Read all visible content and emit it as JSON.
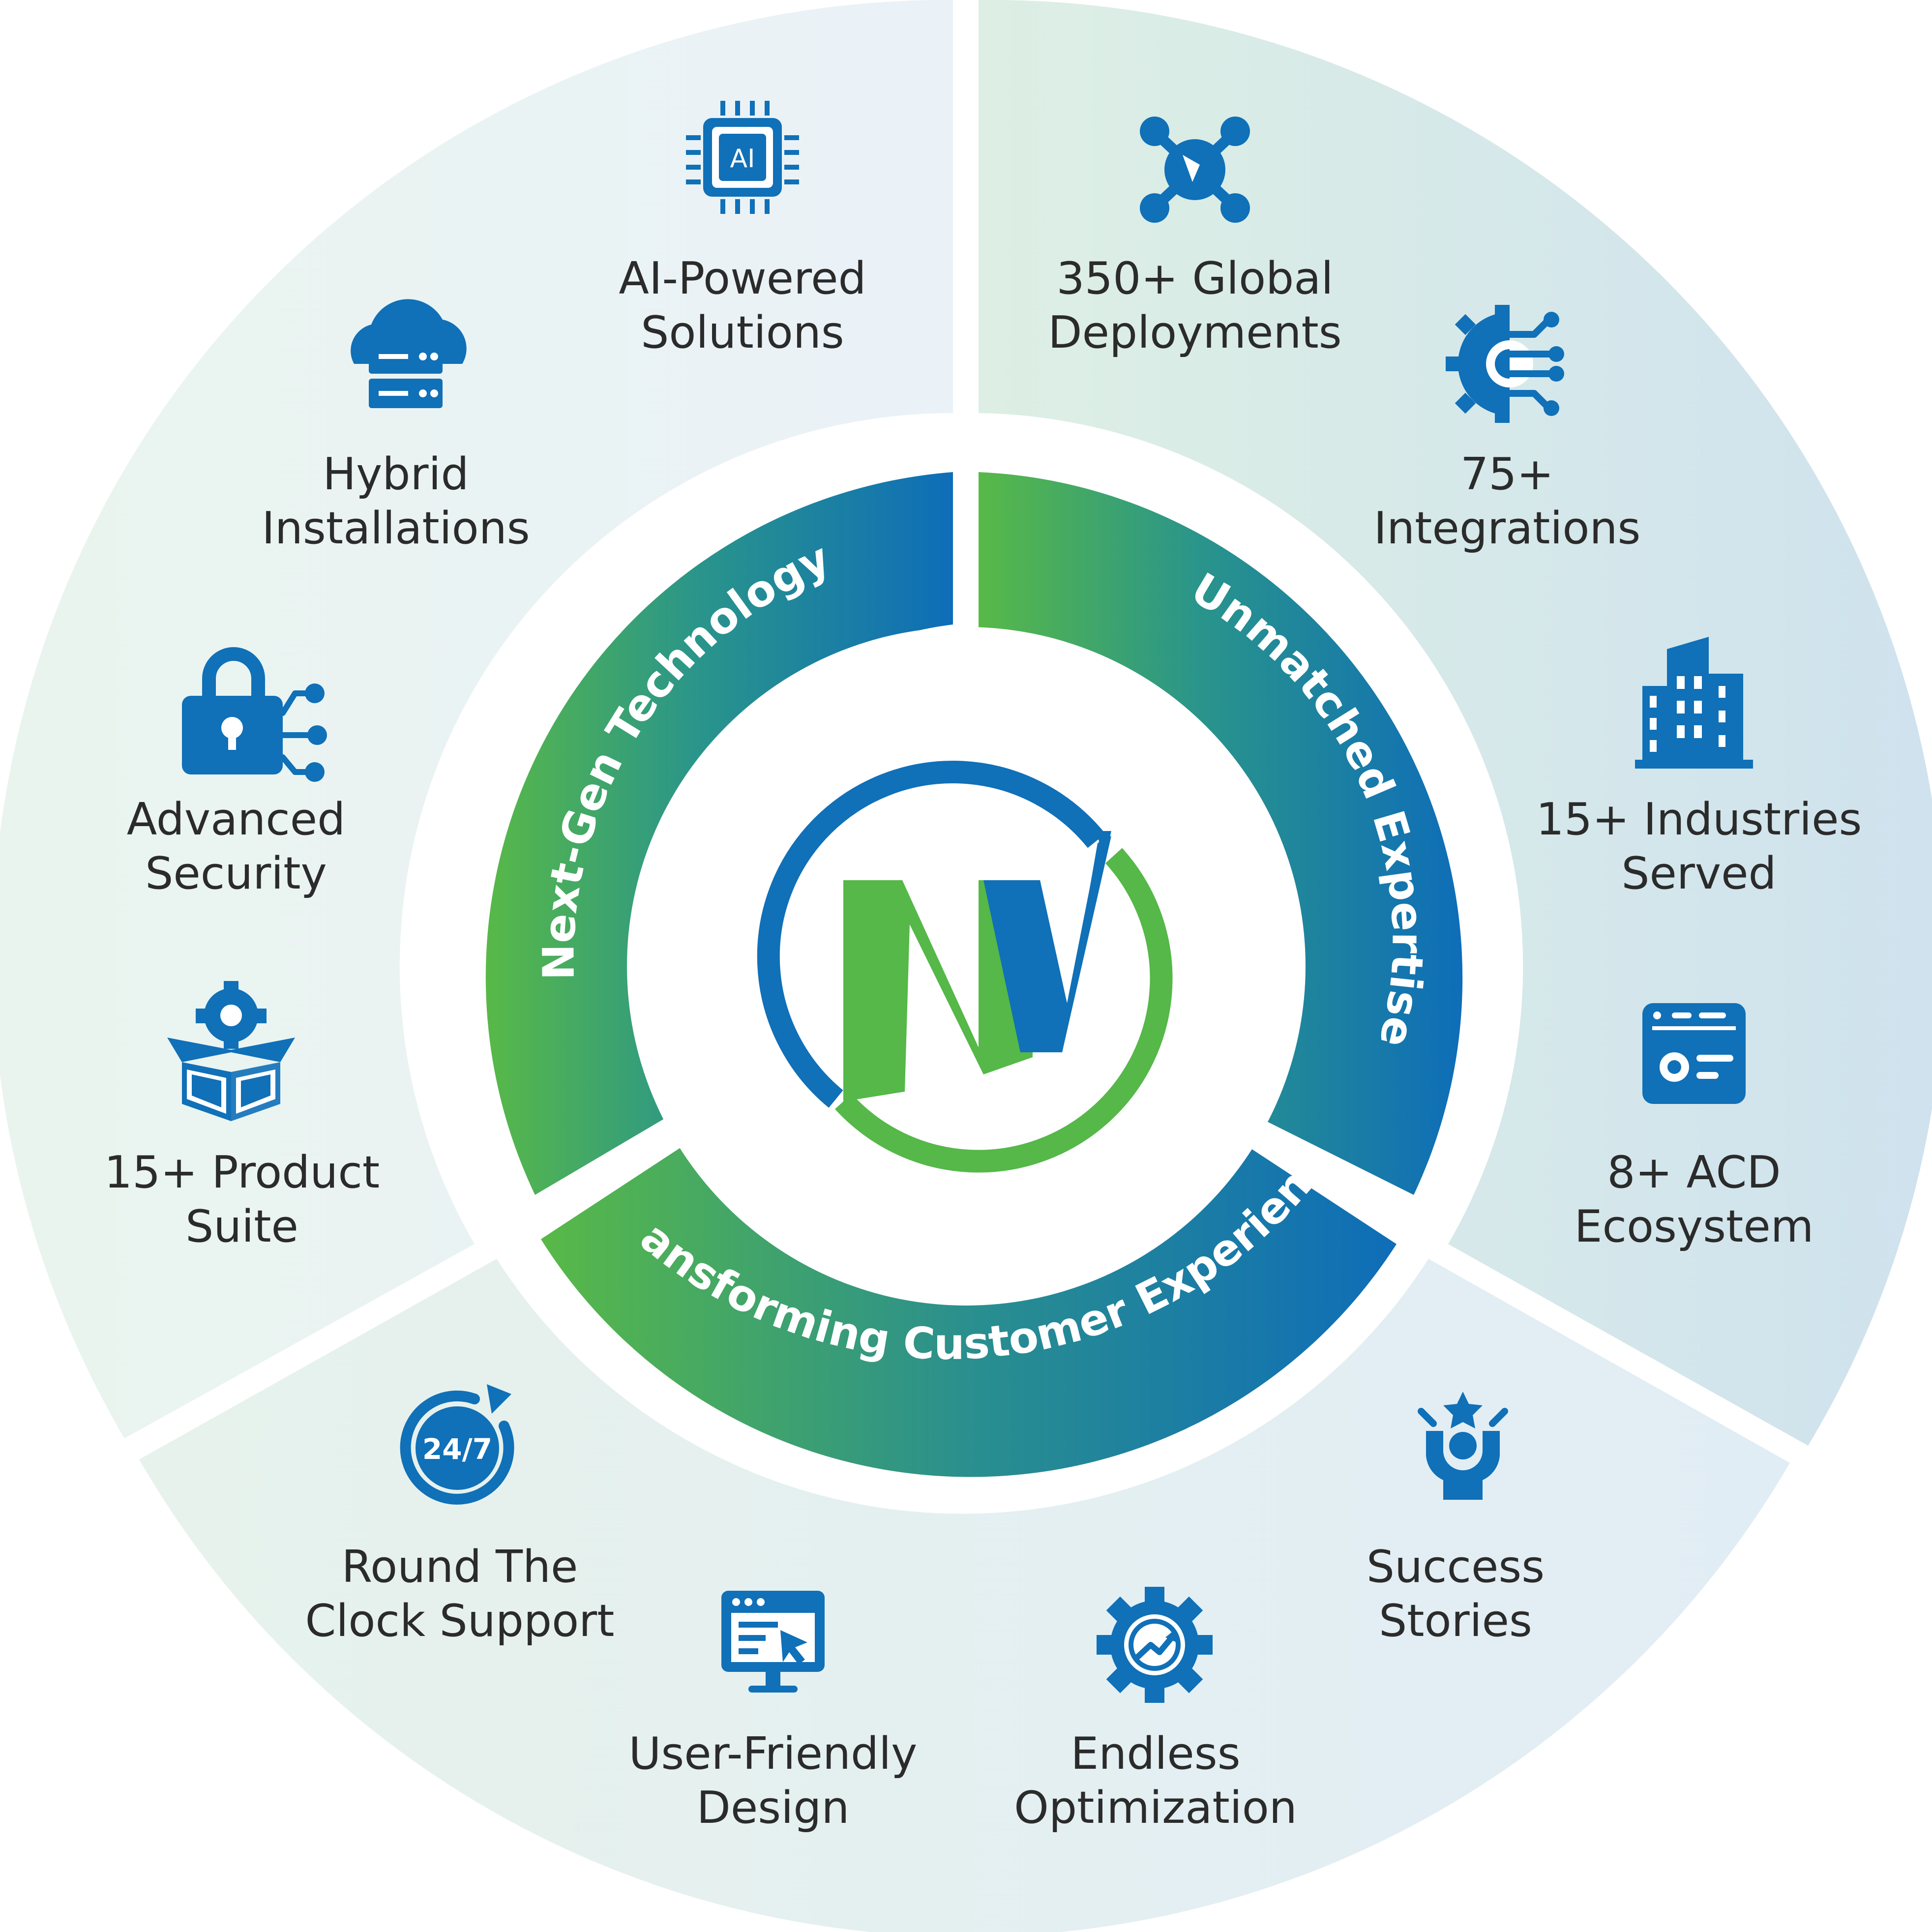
{
  "colors": {
    "blue": "#1070b8",
    "green": "#55b848",
    "text": "#2b2b2b",
    "outer_left": "#eaf3f6",
    "outer_right": "#dbeaf0",
    "outer_bottom": "#e8f0f3"
  },
  "segments": {
    "left": "Next-Gen Technology",
    "right": "Unmatched Expertise",
    "bottom": "Transforming Customer Experience"
  },
  "logo": {
    "letters": "NV"
  },
  "items": {
    "ai": {
      "icon": "ai-chip-icon",
      "line1": "AI-Powered",
      "line2": "Solutions"
    },
    "deploy": {
      "icon": "global-network-icon",
      "line1": "350+ Global",
      "line2": "Deployments"
    },
    "hybrid": {
      "icon": "cloud-server-icon",
      "line1": "Hybrid",
      "line2": "Installations"
    },
    "integrations": {
      "icon": "gear-circuit-icon",
      "line1": "75+",
      "line2": "Integrations"
    },
    "security": {
      "icon": "lock-network-icon",
      "line1": "Advanced",
      "line2": "Security"
    },
    "industries": {
      "icon": "buildings-icon",
      "line1": "15+ Industries",
      "line2": "Served"
    },
    "product": {
      "icon": "gear-box-icon",
      "line1": "15+ Product",
      "line2": "Suite"
    },
    "acd": {
      "icon": "browser-settings-icon",
      "line1": "8+ ACD",
      "line2": "Ecosystem"
    },
    "support": {
      "icon": "clock-24-7-icon",
      "badge": "24/7",
      "line1": "Round The",
      "line2": "Clock Support"
    },
    "ux": {
      "icon": "monitor-click-icon",
      "line1": "User-Friendly",
      "line2": "Design"
    },
    "optim": {
      "icon": "gear-growth-icon",
      "line1": "Endless",
      "line2": "Optimization"
    },
    "success": {
      "icon": "person-star-icon",
      "line1": "Success",
      "line2": "Stories"
    }
  },
  "chip_text": "AI"
}
